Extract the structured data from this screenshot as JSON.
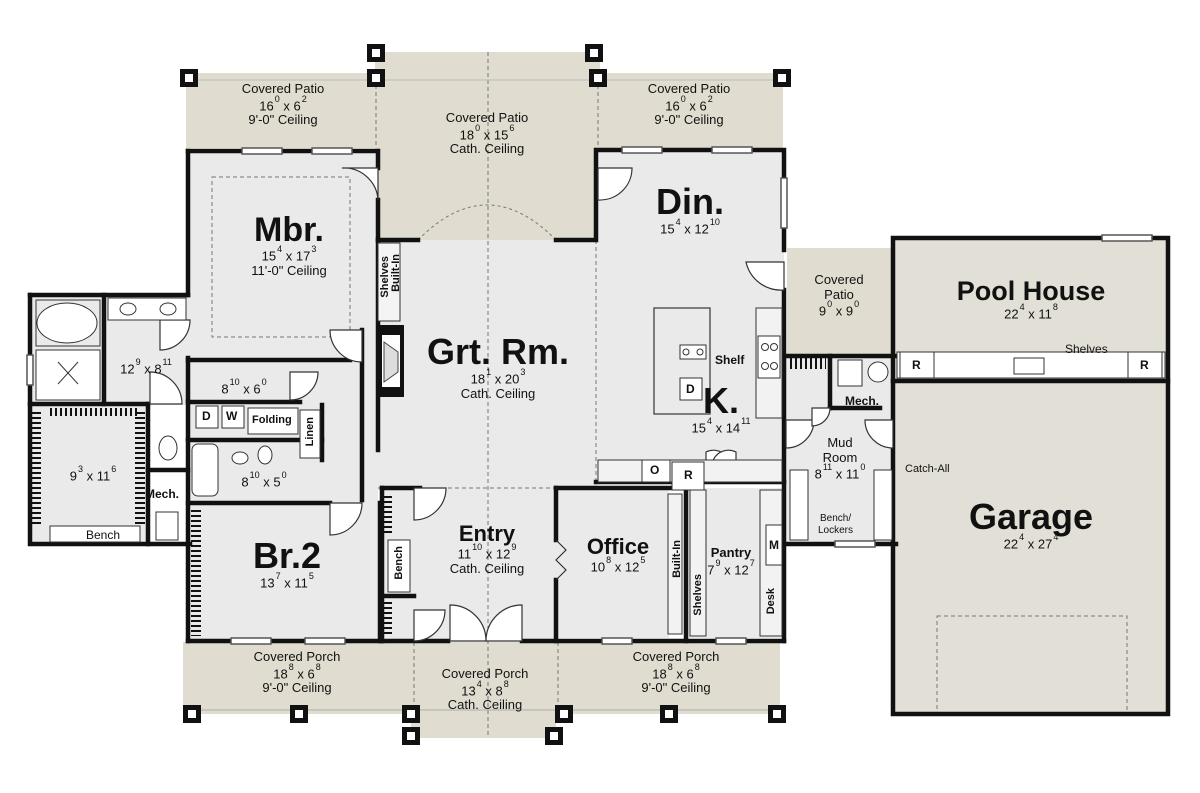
{
  "rooms": {
    "covered_patio_left": {
      "name": "Covered Patio",
      "w": "16",
      "w_in": "0",
      "h": "6",
      "h_in": "2",
      "ceiling": "9'-0\" Ceiling"
    },
    "covered_patio_center": {
      "name": "Covered Patio",
      "w": "18",
      "w_in": "0",
      "h": "15",
      "h_in": "6",
      "ceiling": "Cath. Ceiling"
    },
    "covered_patio_right": {
      "name": "Covered Patio",
      "w": "16",
      "w_in": "0",
      "h": "6",
      "h_in": "2",
      "ceiling": "9'-0\" Ceiling"
    },
    "mbr": {
      "name": "Mbr.",
      "w": "15",
      "w_in": "4",
      "h": "17",
      "h_in": "3",
      "ceiling": "11'-0\" Ceiling"
    },
    "din": {
      "name": "Din.",
      "w": "15",
      "w_in": "4",
      "h": "12",
      "h_in": "10"
    },
    "patio_small": {
      "name1": "Covered",
      "name2": "Patio",
      "w": "9",
      "w_in": "0",
      "h": "9",
      "h_in": "0"
    },
    "pool_house": {
      "name": "Pool House",
      "w": "22",
      "w_in": "4",
      "h": "11",
      "h_in": "8"
    },
    "master_bath": {
      "w": "12",
      "w_in": "9",
      "h": "8",
      "h_in": "11"
    },
    "hall": {
      "w": "8",
      "w_in": "10",
      "h": "6",
      "h_in": "0"
    },
    "bath2": {
      "w": "8",
      "w_in": "10",
      "h": "5",
      "h_in": "0"
    },
    "closet": {
      "w": "9",
      "w_in": "3",
      "h": "11",
      "h_in": "6"
    },
    "grt_rm": {
      "name": "Grt. Rm.",
      "w": "18",
      "w_in": "1",
      "h": "20",
      "h_in": "3",
      "ceiling": "Cath. Ceiling"
    },
    "kitchen": {
      "name": "K.",
      "w": "15",
      "w_in": "4",
      "h": "14",
      "h_in": "11"
    },
    "mud_room": {
      "name1": "Mud",
      "name2": "Room",
      "w": "8",
      "w_in": "11",
      "h": "11",
      "h_in": "0"
    },
    "garage": {
      "name": "Garage",
      "w": "22",
      "w_in": "4",
      "h": "27",
      "h_in": "4"
    },
    "br2": {
      "name": "Br.2",
      "w": "13",
      "w_in": "7",
      "h": "11",
      "h_in": "5"
    },
    "entry": {
      "name": "Entry",
      "w": "11",
      "w_in": "10",
      "h": "12",
      "h_in": "9",
      "ceiling": "Cath. Ceiling"
    },
    "office": {
      "name": "Office",
      "w": "10",
      "w_in": "8",
      "h": "12",
      "h_in": "5"
    },
    "pantry": {
      "name": "Pantry",
      "w": "7",
      "w_in": "9",
      "h": "12",
      "h_in": "7"
    },
    "covered_porch_left": {
      "name": "Covered Porch",
      "w": "18",
      "w_in": "8",
      "h": "6",
      "h_in": "8",
      "ceiling": "9'-0\" Ceiling"
    },
    "covered_porch_center": {
      "name": "Covered Porch",
      "w": "13",
      "w_in": "4",
      "h": "8",
      "h_in": "8",
      "ceiling": "Cath. Ceiling"
    },
    "covered_porch_right": {
      "name": "Covered Porch",
      "w": "18",
      "w_in": "8",
      "h": "6",
      "h_in": "8",
      "ceiling": "9'-0\" Ceiling"
    }
  },
  "fixtures": {
    "shelves_builtin_a": "Shelves",
    "shelves_builtin_b": "Built-In",
    "shelf": "Shelf",
    "shelves": "Shelves",
    "linen": "Linen",
    "folding": "Folding",
    "washer": "W",
    "dryer": "D",
    "dishwasher": "D",
    "mech_left": "Mech.",
    "mech_right": "Mech.",
    "bench_closet": "Bench",
    "bench_entry": "Bench",
    "bench_lockers_a": "Bench/",
    "bench_lockers_b": "Lockers",
    "catch_all": "Catch-All",
    "office_builtin": "Built-In",
    "office_shelves": "Shelves",
    "desk": "Desk",
    "microwave": "M",
    "oven": "O",
    "refrigerator": "R",
    "pool_r_left": "R",
    "pool_r_right": "R"
  },
  "colors": {
    "patio": "#e0ddd0",
    "floor": "#eaeaea",
    "garage": "#e2e0d6",
    "wall": "#111111"
  }
}
